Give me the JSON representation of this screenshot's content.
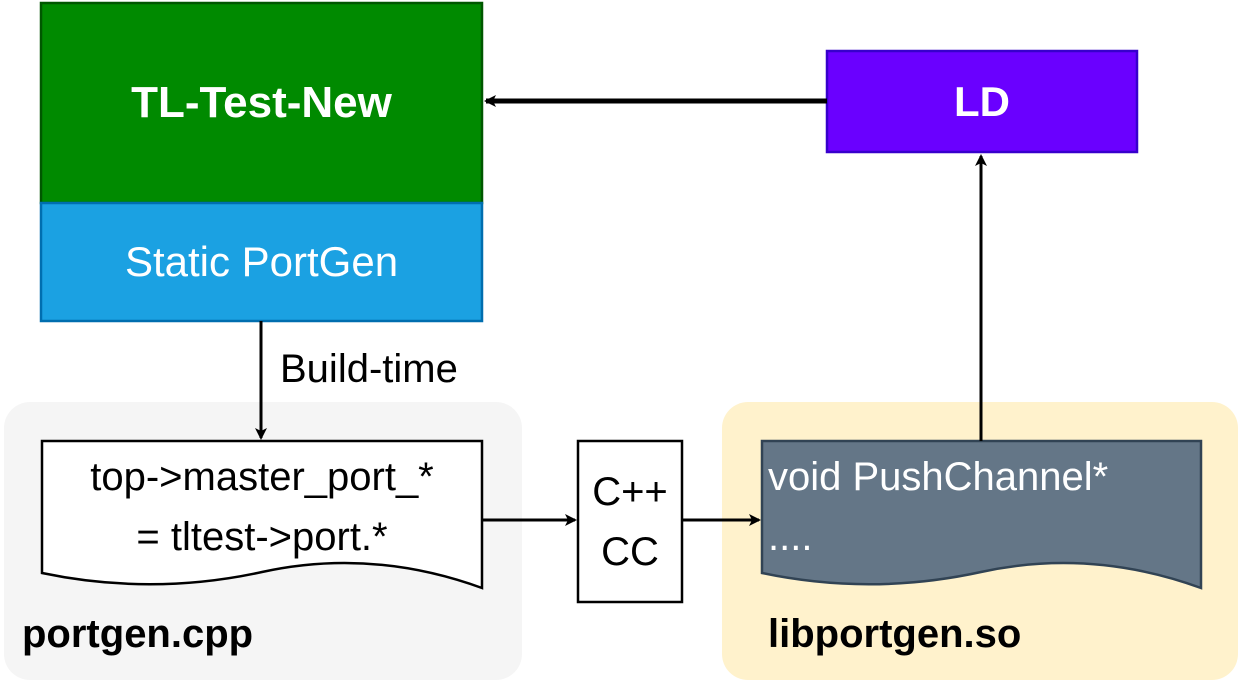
{
  "nodes": {
    "tl_test_new": {
      "label": "TL-Test-New",
      "fill": "#008a00",
      "stroke": "#005700",
      "text_color": "#ffffff"
    },
    "static_portgen": {
      "label": "Static PortGen",
      "fill": "#1ba1e2",
      "stroke": "#006eaf",
      "text_color": "#ffffff"
    },
    "ld": {
      "label": "LD",
      "fill": "#6a00ff",
      "stroke": "#3700cc",
      "text_color": "#ffffff"
    },
    "portgen_cpp_doc": {
      "line1": "top->master_port_*",
      "line2": "= tltest->port.*",
      "fill": "#ffffff",
      "stroke": "#000000"
    },
    "cpp_cc": {
      "line1": "C++",
      "line2": "CC",
      "fill": "#ffffff",
      "stroke": "#000000"
    },
    "libportgen_doc": {
      "line1": "void PushChannel*",
      "line2": "....",
      "fill": "#647687",
      "stroke": "#314354",
      "text_color": "#ffffff"
    }
  },
  "groups": {
    "portgen_cpp": {
      "label": "portgen.cpp",
      "fill": "#f5f5f5"
    },
    "libportgen_so": {
      "label": "libportgen.so",
      "fill": "#fff2cc"
    }
  },
  "edges": {
    "build_time": {
      "label": "Build-time"
    }
  }
}
